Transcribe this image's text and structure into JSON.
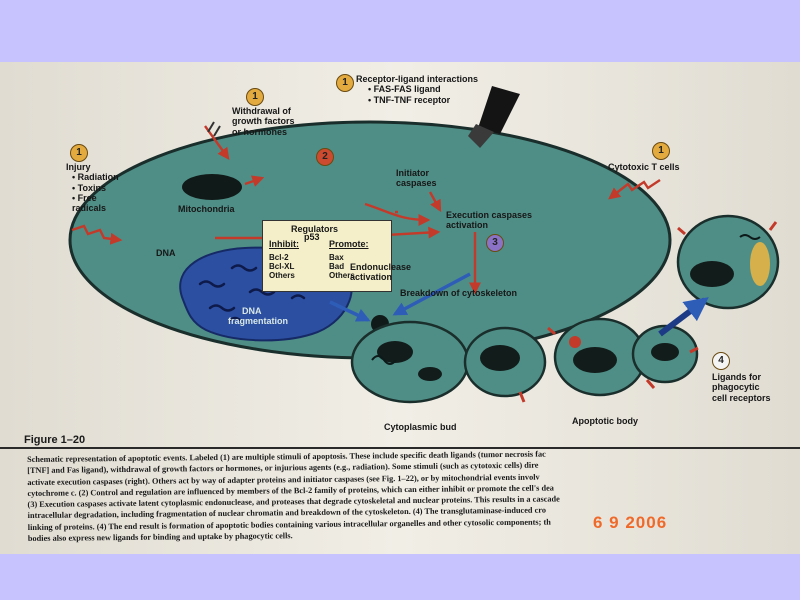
{
  "figure_label": "Figure 1–20",
  "date_stamp": "6 9 2006",
  "colors": {
    "cell": "#4f8e86",
    "nucleus": "#2c4fa2",
    "accent_red": "#c43a2a",
    "badge_gold": "#e2aa3f",
    "background": "#c7c3ff"
  },
  "stimuli": {
    "withdrawal": {
      "number": "1",
      "text": [
        "Withdrawal of",
        "growth factors",
        "or hormones"
      ]
    },
    "receptor": {
      "number": "1",
      "title": "Receptor-ligand interactions",
      "items": [
        "• FAS-FAS ligand",
        "• TNF-TNF receptor"
      ]
    },
    "injury": {
      "number": "1",
      "title": "Injury",
      "items": [
        "• Radiation",
        "• Toxins",
        "• Free",
        "   radicals"
      ]
    },
    "cytotoxic": {
      "number": "1",
      "text": "Cytotoxic T cells"
    }
  },
  "regulators": {
    "number": "2",
    "title": "Regulators",
    "inhibit_label": "Inhibit:",
    "promote_label": "Promote:",
    "inhibit": [
      "Bcl-2",
      "Bcl-XL",
      "Others"
    ],
    "promote": [
      "Bax",
      "Bad",
      "Others"
    ]
  },
  "labels": {
    "mitochondria": "Mitochondria",
    "initiator": [
      "Initiator",
      "caspases"
    ],
    "dna": "DNA",
    "p53": "p53",
    "execution": [
      "Execution caspases",
      "activation"
    ],
    "endonuclease": [
      "Endonuclease",
      "activation"
    ],
    "cytoskeleton": "Breakdown of cytoskeleton",
    "dna_fragmentation": [
      "DNA",
      "fragmentation"
    ],
    "cytoplasmic_bud": "Cytoplasmic bud",
    "apoptotic_body": "Apoptotic body",
    "ligands": {
      "number": "4",
      "text": [
        "Ligands for",
        "phagocytic",
        "cell receptors"
      ]
    },
    "execution_number": "3"
  },
  "caption": [
    "Schematic representation of apoptotic events. Labeled (1) are multiple stimuli of apoptosis. These include specific death ligands (tumor necrosis fac",
    "[TNF] and Fas ligand), withdrawal of growth factors or hormones, or injurious agents (e.g., radiation). Some stimuli (such as cytotoxic cells) dire",
    "activate execution caspases (right). Others act by way of adapter proteins and initiator caspases (see Fig. 1–22), or by mitochondrial events involv",
    "cytochrome c. (2) Control and regulation are influenced by members of the Bcl-2 family of proteins, which can either inhibit or promote the cell's dea",
    "(3) Execution caspases activate latent cytoplasmic endonuclease, and proteases that degrade cytoskeletal and nuclear proteins. This results in a cascade",
    "intracellular degradation, including fragmentation of nuclear chromatin and breakdown of the cytoskeleton. (4) The transglutaminase-induced cro",
    "linking of proteins. (4) The end result is formation of apoptotic bodies containing various intracellular organelles and other cytosolic components; th",
    "bodies also express new ligands for binding and uptake by phagocytic cells."
  ]
}
